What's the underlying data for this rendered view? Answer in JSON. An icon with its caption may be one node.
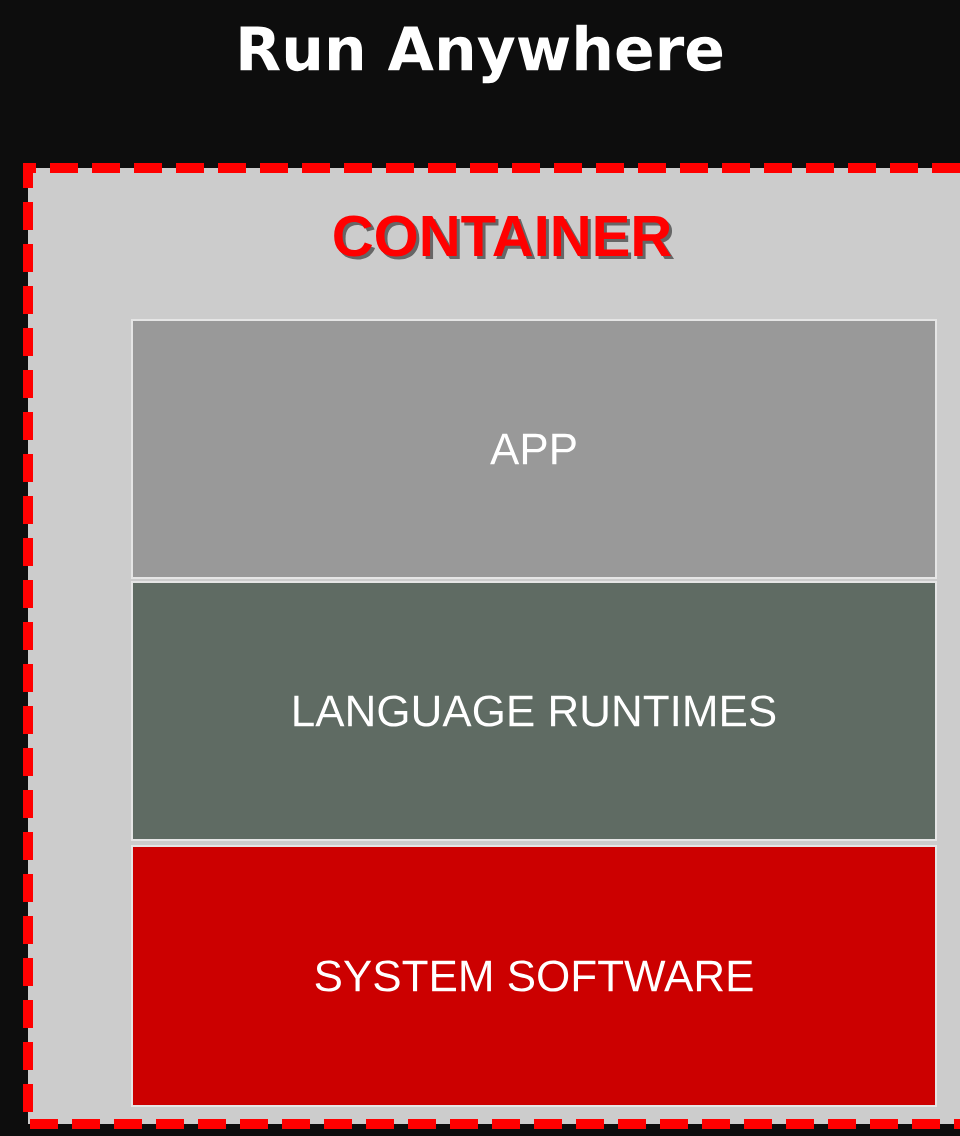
{
  "diagram": {
    "title": "Run Anywhere",
    "nodes": [
      {
        "text": [
          "CONTAINER"
        ]
      },
      {
        "text": [
          "APP"
        ],
        "in": 0
      },
      {
        "text": [
          "LANGUAGE RUNTIMES"
        ],
        "in": 0
      },
      {
        "text": [
          "SYSTEM SOFTWARE"
        ],
        "in": 0
      }
    ]
  }
}
